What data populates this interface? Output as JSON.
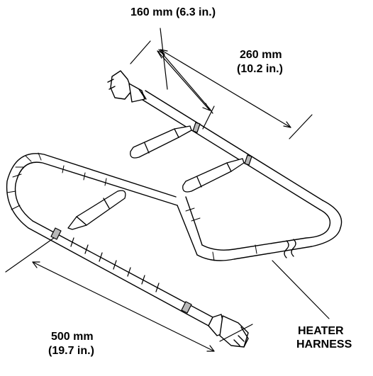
{
  "labels": {
    "dim_160": "160 mm (6.3 in.)",
    "dim_260_line1": "260 mm",
    "dim_260_line2": "(10.2 in.)",
    "dim_500_line1": "500 mm",
    "dim_500_line2": "(19.7 in.)",
    "callout_line1": "HEATER",
    "callout_line2": "HARNESS"
  },
  "colors": {
    "ink": "#000000",
    "background": "#ffffff",
    "tape": "#b8b8b8"
  }
}
